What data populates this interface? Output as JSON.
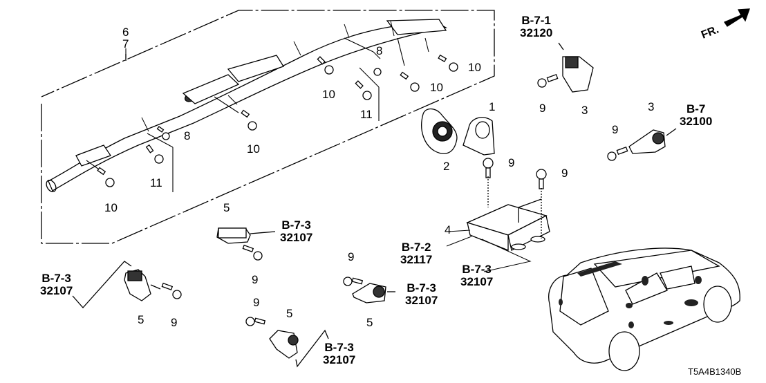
{
  "diagram": {
    "type": "parts-exploded-view",
    "diagram_code": "T5A4B1340B",
    "direction_label": "FR.",
    "part_callouts": [
      {
        "id": "c6",
        "label": "6"
      },
      {
        "id": "c7",
        "label": "7"
      },
      {
        "id": "c8a",
        "label": "8"
      },
      {
        "id": "c8b",
        "label": "8"
      },
      {
        "id": "c10a",
        "label": "10"
      },
      {
        "id": "c10b",
        "label": "10"
      },
      {
        "id": "c10c",
        "label": "10"
      },
      {
        "id": "c10d",
        "label": "10"
      },
      {
        "id": "c10e",
        "label": "10"
      },
      {
        "id": "c11a",
        "label": "11"
      },
      {
        "id": "c11b",
        "label": "11"
      },
      {
        "id": "c1",
        "label": "1"
      },
      {
        "id": "c2",
        "label": "2"
      },
      {
        "id": "c3a",
        "label": "3"
      },
      {
        "id": "c3b",
        "label": "3"
      },
      {
        "id": "c4",
        "label": "4"
      },
      {
        "id": "c5a",
        "label": "5"
      },
      {
        "id": "c5b",
        "label": "5"
      },
      {
        "id": "c5c",
        "label": "5"
      },
      {
        "id": "c5d",
        "label": "5"
      },
      {
        "id": "c9a",
        "label": "9"
      },
      {
        "id": "c9b",
        "label": "9"
      },
      {
        "id": "c9c",
        "label": "9"
      },
      {
        "id": "c9d",
        "label": "9"
      },
      {
        "id": "c9e",
        "label": "9"
      },
      {
        "id": "c9f",
        "label": "9"
      },
      {
        "id": "c9g",
        "label": "9"
      },
      {
        "id": "c9h",
        "label": "9"
      }
    ],
    "references": [
      {
        "section": "B-7-1",
        "part_no": "32120"
      },
      {
        "section": "B-7",
        "part_no": "32100"
      },
      {
        "section": "B-7-3",
        "part_no": "32107"
      },
      {
        "section": "B-7-2",
        "part_no": "32117"
      },
      {
        "section": "B-7-3",
        "part_no": "32107"
      },
      {
        "section": "B-7-3",
        "part_no": "32107"
      },
      {
        "section": "B-7-3",
        "part_no": "32107"
      },
      {
        "section": "B-7-3",
        "part_no": "32107"
      }
    ]
  }
}
